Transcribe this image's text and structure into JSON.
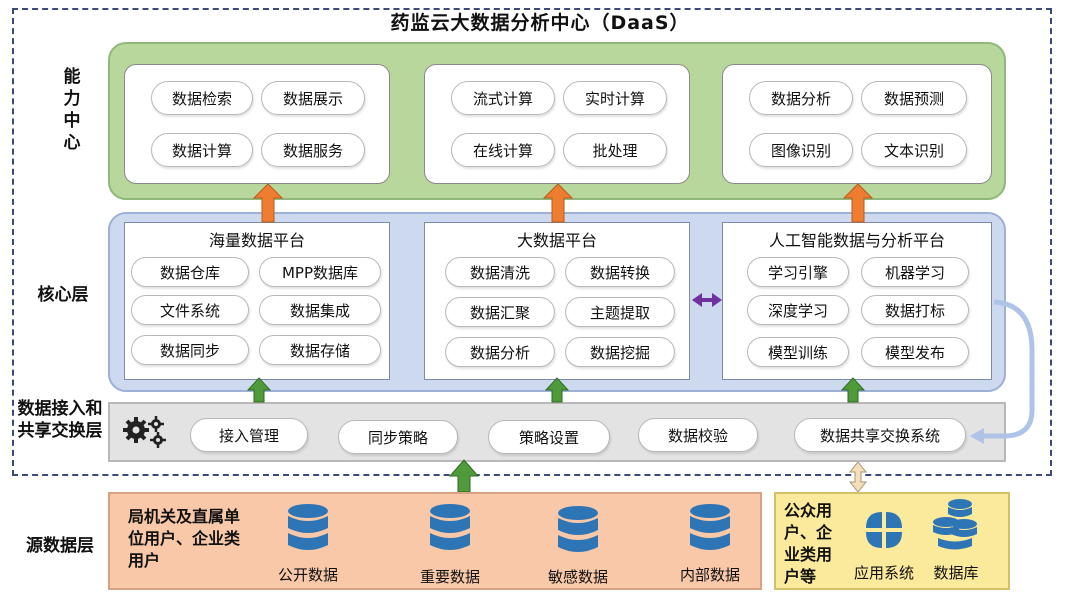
{
  "title": "药监云大数据分析中心（DaaS）",
  "side_labels": {
    "capability": "能力中心",
    "core": "核心层",
    "access": "数据接入和共享交换层",
    "source": "源数据层"
  },
  "capability": {
    "boxes": [
      {
        "pills": [
          "数据检索",
          "数据展示",
          "数据计算",
          "数据服务"
        ]
      },
      {
        "pills": [
          "流式计算",
          "实时计算",
          "在线计算",
          "批处理"
        ]
      },
      {
        "pills": [
          "数据分析",
          "数据预测",
          "图像识别",
          "文本识别"
        ]
      }
    ]
  },
  "core": {
    "boxes": [
      {
        "title": "海量数据平台",
        "pills": [
          "数据仓库",
          "MPP数据库",
          "文件系统",
          "数据集成",
          "数据同步",
          "数据存储"
        ]
      },
      {
        "title": "大数据平台",
        "pills": [
          "数据清洗",
          "数据转换",
          "数据汇聚",
          "主题提取",
          "数据分析",
          "数据挖掘"
        ]
      },
      {
        "title": "人工智能数据与分析平台",
        "pills": [
          "学习引擎",
          "机器学习",
          "深度学习",
          "数据打标",
          "模型训练",
          "模型发布"
        ]
      }
    ]
  },
  "access": {
    "pills": [
      "接入管理",
      "同步策略",
      "策略设置",
      "数据校验",
      "数据共享交换系统"
    ]
  },
  "source": {
    "left_text": "局机关及直属单位用户、企业类用户",
    "databases": [
      "公开数据",
      "重要数据",
      "敏感数据",
      "内部数据"
    ],
    "public_text": "公众用户、企业类用户等",
    "public_items": [
      "应用系统",
      "数据库"
    ]
  },
  "colors": {
    "capability_bg": "#b7d79d",
    "core_bg": "#cdd9ee",
    "access_bg": "#e3e3e3",
    "source_bg": "#f8c8a8",
    "public_bg": "#fbe99c",
    "up_arrow_orange": "#ee7d31",
    "up_arrow_green": "#4f9a3a",
    "db_icon": "#2e75b6",
    "link_arrow": "#7030a0"
  }
}
